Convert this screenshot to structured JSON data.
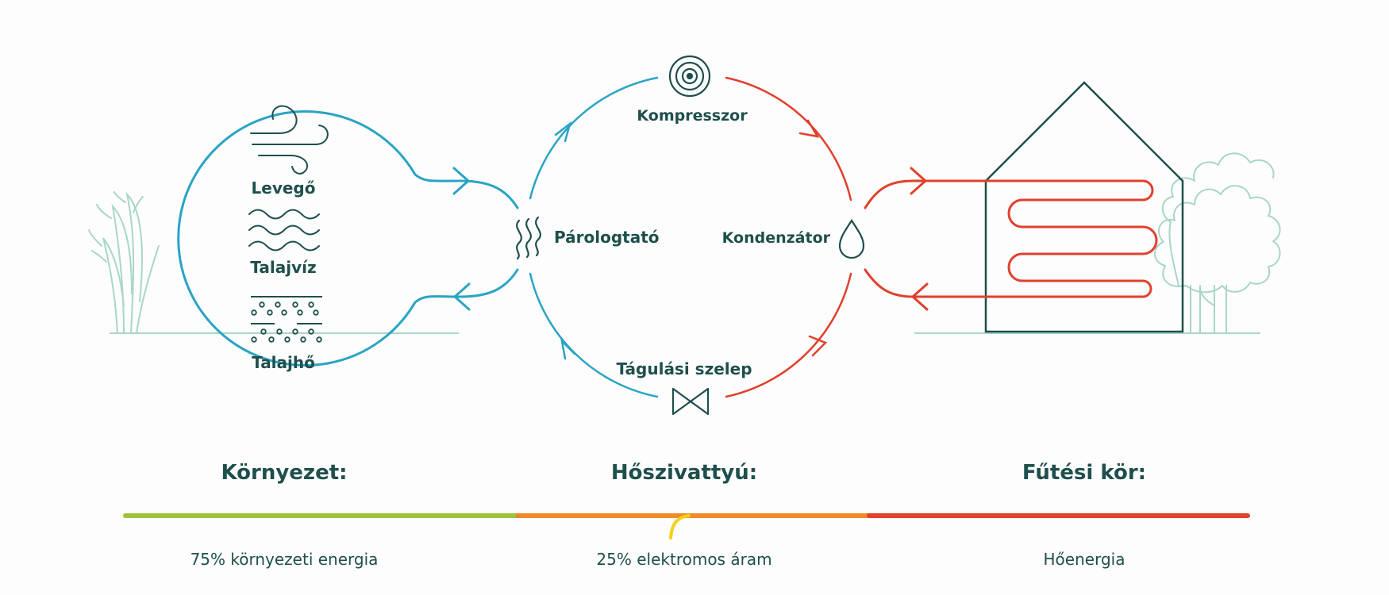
{
  "colors": {
    "blue": "#2aa4c4",
    "red": "#e0402c",
    "dark": "#1e4f4c",
    "pale": "#a8d6c9",
    "green": "#9fc23c",
    "orange": "#ef8a2a",
    "yellow": "#f4d01a"
  },
  "sources": {
    "air": "Levegő",
    "groundwater": "Talajvíz",
    "ground": "Talajhő"
  },
  "cycle": {
    "compressor": "Kompresszor",
    "evaporator": "Párologtató",
    "condenser": "Kondenzátor",
    "valve": "Tágulási szelep"
  },
  "sections": {
    "environment": "Környezet:",
    "heatpump": "Hőszivattyú:",
    "heating": "Fűtési kör:"
  },
  "shares": {
    "environment": "75% környezeti energia",
    "electricity": "25% elektromos áram",
    "heat": "Hőenergia"
  }
}
